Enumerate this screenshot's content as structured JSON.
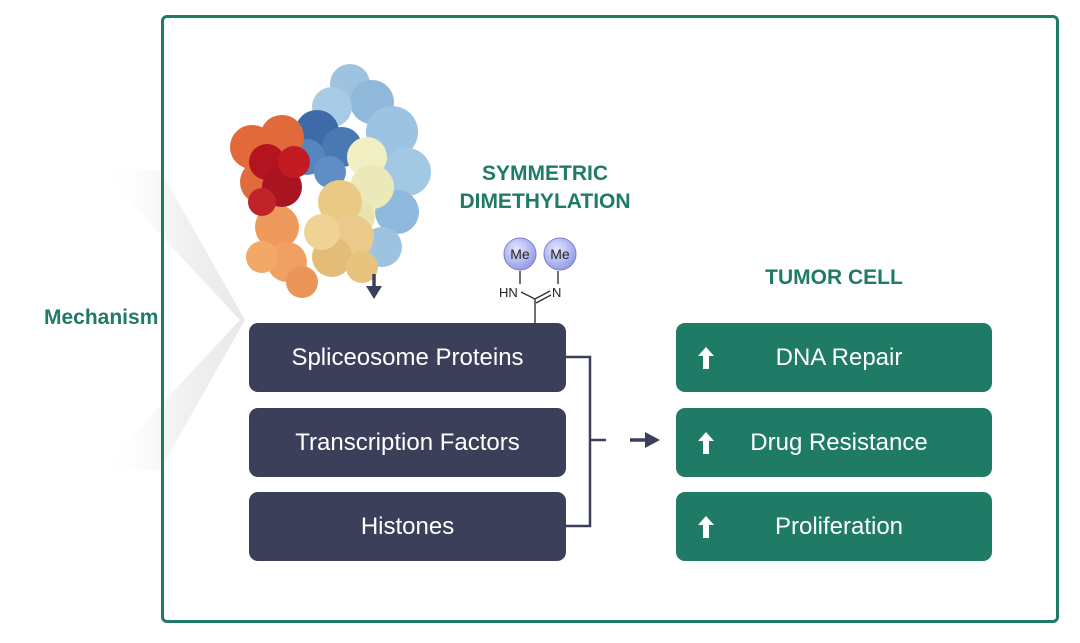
{
  "side_label": "Mechanism",
  "process_title": "SYMMETRIC\nDIMETHYLATION",
  "methyl_group": {
    "me_left": "Me",
    "me_right": "Me",
    "hn_label": "HN",
    "n_label": "N"
  },
  "substrates": [
    {
      "label": "Spliceosome Proteins"
    },
    {
      "label": "Transcription Factors"
    },
    {
      "label": "Histones"
    }
  ],
  "outcome_title": "TUMOR CELL",
  "outcomes": [
    {
      "label": "DNA Repair"
    },
    {
      "label": "Drug Resistance"
    },
    {
      "label": "Proliferation"
    }
  ],
  "colors": {
    "teal": "#1f7a66",
    "navy": "#3b3f5a",
    "methyl_sphere": "#a9b0ee"
  },
  "icons": {
    "down_arrow": "down-arrow-icon",
    "right_arrow": "right-arrow-icon",
    "up_arrow": "up-arrow-icon"
  }
}
